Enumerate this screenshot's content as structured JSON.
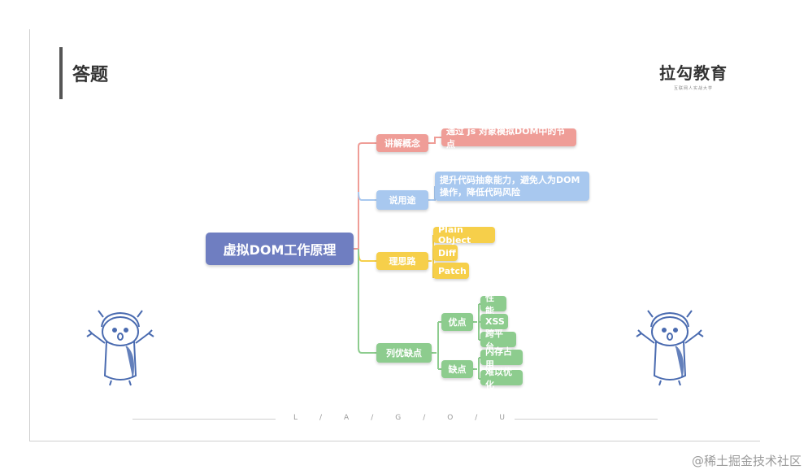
{
  "slide": {
    "title": "答题"
  },
  "logo": {
    "main": "拉勾教育",
    "sub": "互联网人实战大学"
  },
  "mindmap": {
    "root": "虚拟DOM工作原理",
    "branches": [
      {
        "label": "讲解概念",
        "color": "#ef9d97",
        "leaves": [
          "通过 js 对象模拟DOM中的节点"
        ]
      },
      {
        "label": "说用途",
        "color": "#a8c8ef",
        "leaves": [
          "提升代码抽象能力，避免人为DOM操作，降低代码风险"
        ]
      },
      {
        "label": "理思路",
        "color": "#f6cf4a",
        "leaves": [
          "Plain Object",
          "Diff",
          "Patch"
        ]
      },
      {
        "label": "列优缺点",
        "color": "#8dcc8e",
        "sub": [
          {
            "label": "优点",
            "leaves": [
              "性能",
              "XSS",
              "跨平台"
            ]
          },
          {
            "label": "缺点",
            "leaves": [
              "内存占用",
              "难以优化"
            ]
          }
        ]
      }
    ]
  },
  "footer": {
    "letters": [
      "L",
      "A",
      "G",
      "O",
      "U"
    ]
  },
  "watermark": "@稀土掘金技术社区"
}
